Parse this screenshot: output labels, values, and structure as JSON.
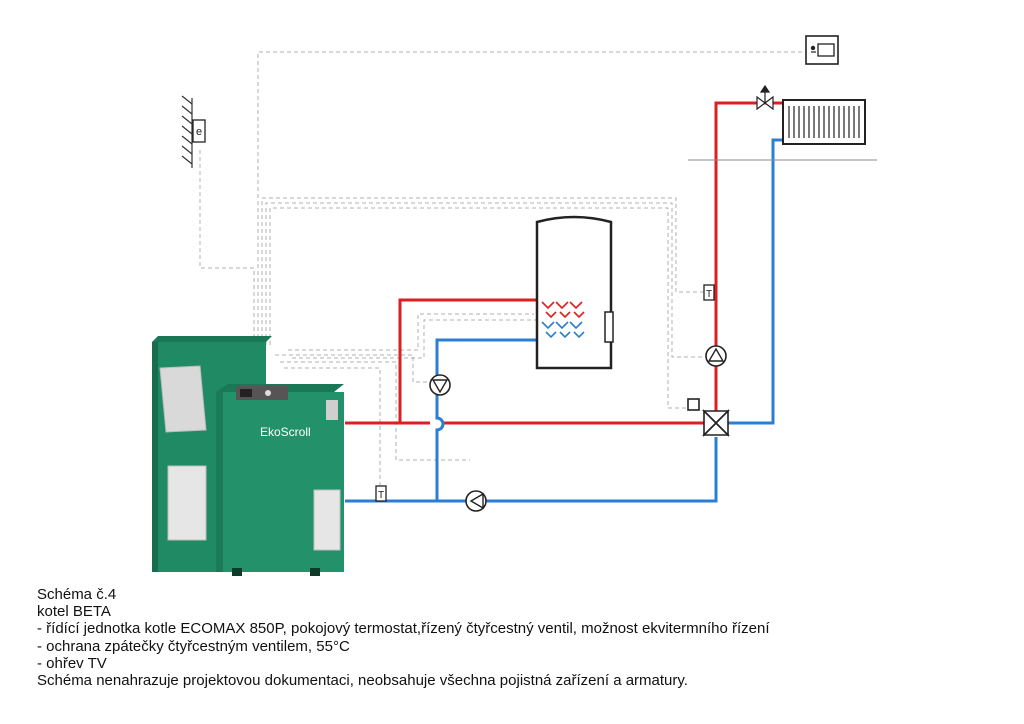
{
  "boiler": {
    "brand": "EkoScroll",
    "body_color": "#1f8a63",
    "panel_color": "#dcdcdc"
  },
  "colors": {
    "supply": "#dd1f1f",
    "return": "#2a7fd4",
    "signal": "#b0b0b0"
  },
  "symbols": {
    "outdoor_sensor": "e",
    "temp_sensor": "T"
  },
  "caption": {
    "line1": "Schéma č.4",
    "line2": "kotel BETA",
    "line3": "- řídící jednotka kotle ECOMAX 850P, pokojový termostat,řízený čtyřcestný ventil, možnost ekvitermního řízení",
    "line4": "- ochrana zpátečky čtyřcestným ventilem, 55°C",
    "line5": "- ohřev TV",
    "line6": "Schéma nenahrazuje projektovou dokumentaci, neobsahuje všechna pojistná zařízení a armatury."
  }
}
